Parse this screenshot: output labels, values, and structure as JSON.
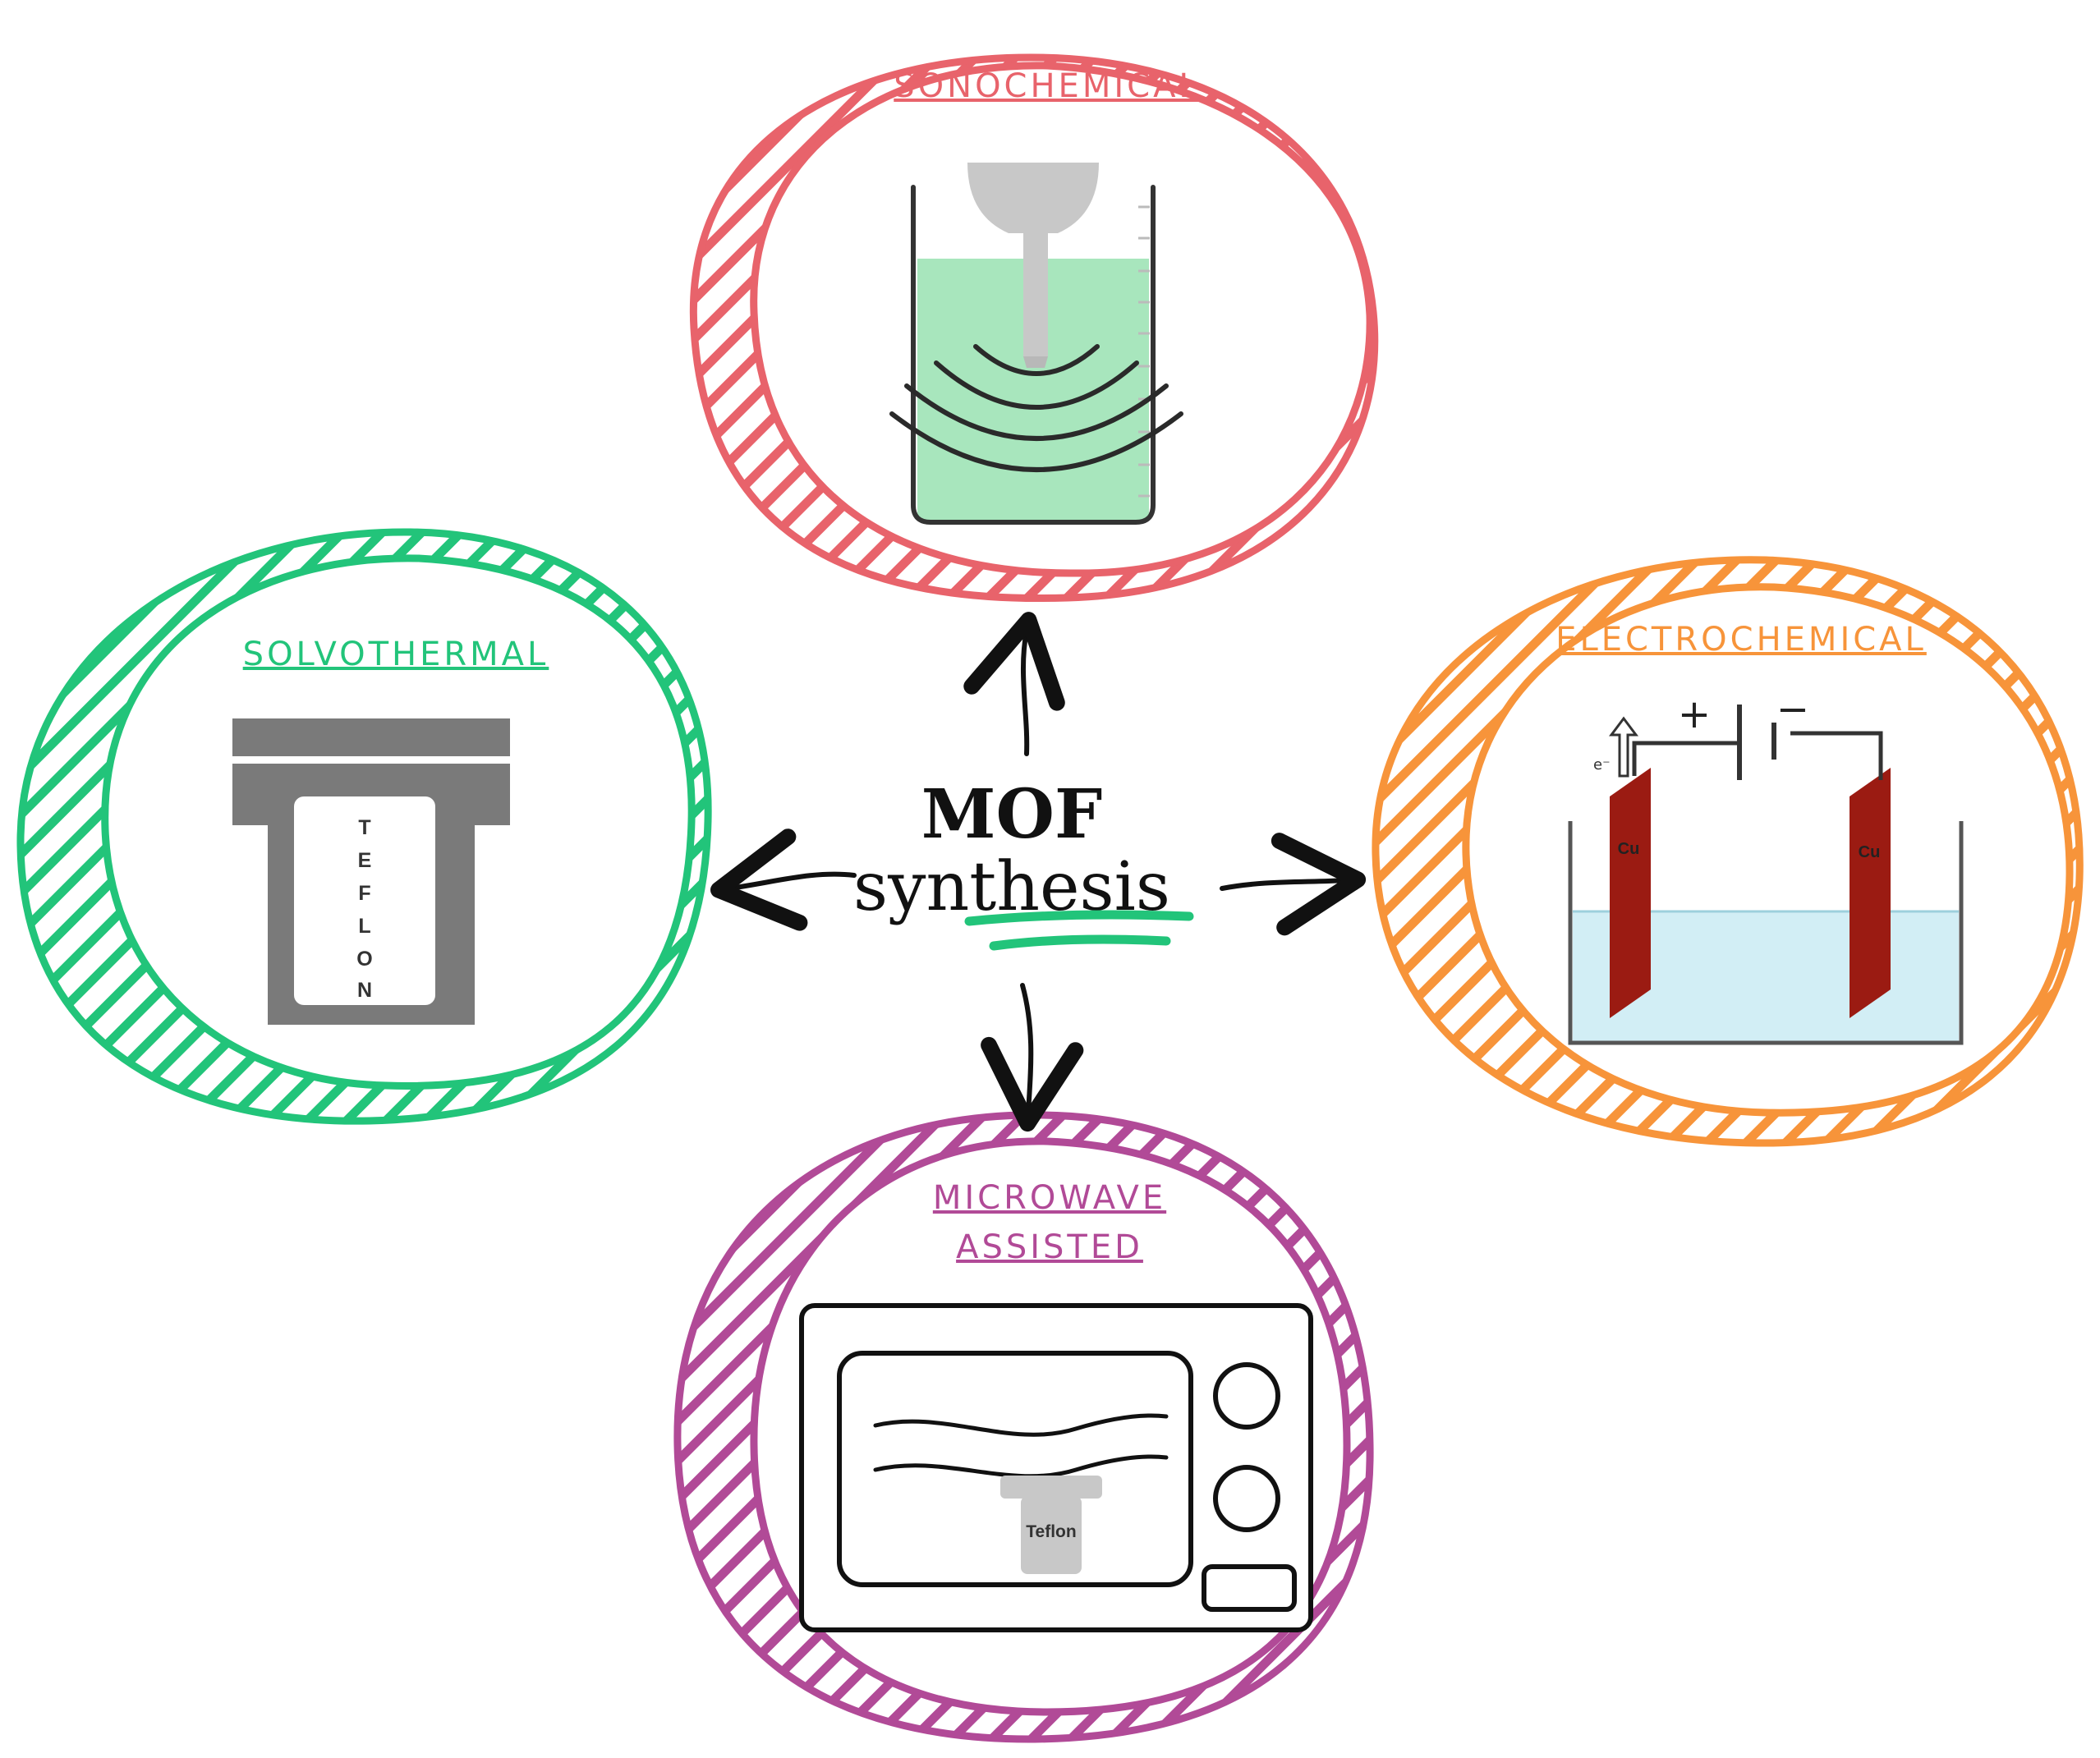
{
  "center": {
    "line1": "MOF",
    "line2": "synthesis"
  },
  "methods": {
    "sonochemical": {
      "title": "SONOCHEMICAL",
      "color": "#e8636b"
    },
    "solvothermal": {
      "title": "SOLVOTHERMAL",
      "color": "#22c47a",
      "vessel_label": [
        "T",
        "E",
        "F",
        "L",
        "O",
        "N"
      ]
    },
    "electrochemical": {
      "title": "ELECTROCHEMICAL",
      "color": "#f7943a",
      "plus": "+",
      "minus": "−",
      "electron": "e⁻",
      "electrode_left": "Cu",
      "electrode_right": "Cu"
    },
    "microwave": {
      "title_line1": "MICROWAVE",
      "title_line2": "ASSISTED",
      "color": "#b14a97",
      "vessel_label": "Teflon"
    }
  },
  "colors": {
    "liquid_green": "#a8e6bd",
    "liquid_blue": "#d2eef5",
    "copper": "#9b1b12",
    "vessel_gray": "#7a7a7a",
    "probe_gray": "#c8c8c8",
    "accent_green": "#22c47a"
  }
}
